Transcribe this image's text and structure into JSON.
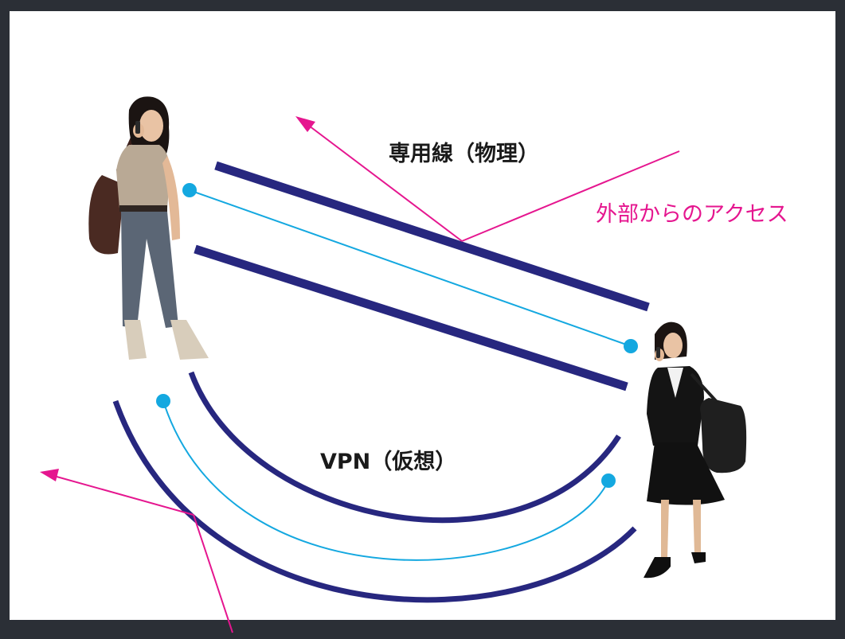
{
  "labels": {
    "leased_line": "専用線（物理）",
    "vpn": "VPN（仮想）",
    "external_access": "外部からのアクセス"
  },
  "colors": {
    "frame_background": "#2b2f36",
    "slide_background": "#ffffff",
    "line_navy": "#27277f",
    "line_cyan": "#14a8e0",
    "arrow_magenta": "#e5168f",
    "label_dark": "#1a1a1a"
  },
  "figures": {
    "left_person": "woman-casual-with-phone-and-backpack",
    "right_person": "woman-in-business-suit-with-phone-and-bag"
  }
}
